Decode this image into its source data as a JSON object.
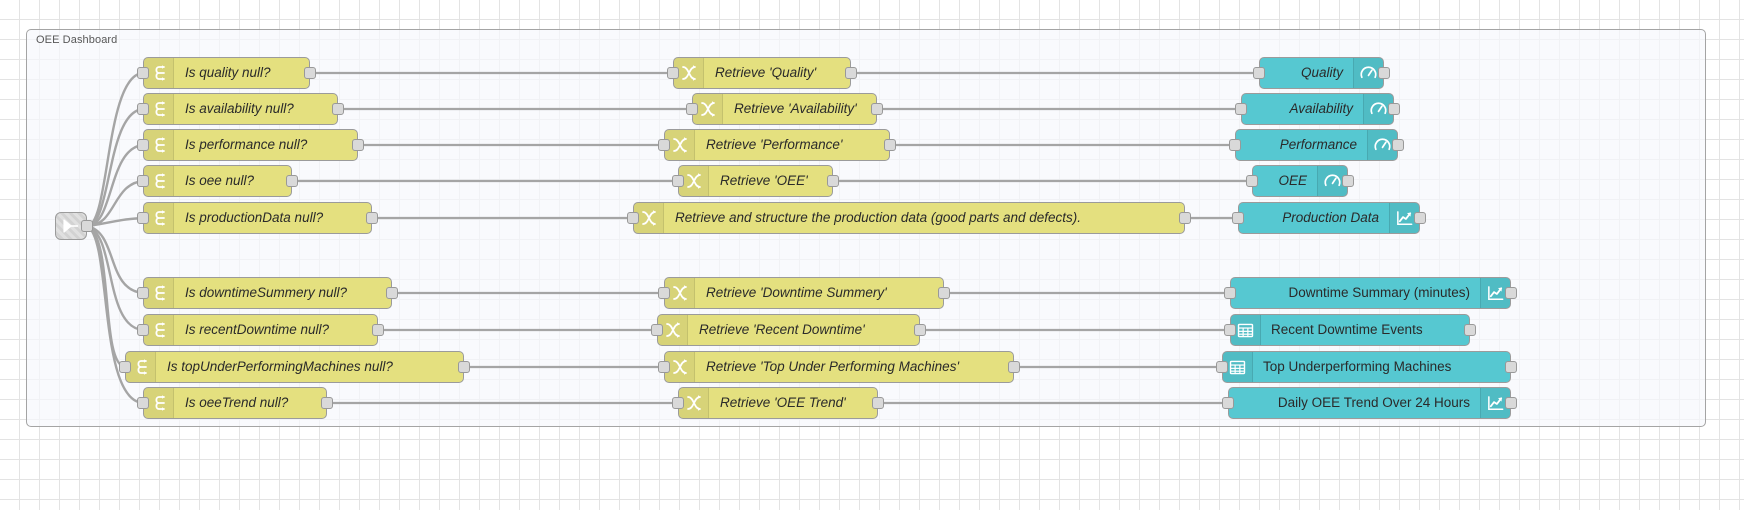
{
  "editor": {
    "type": "node-red-flow-editor",
    "canvas_background": "#ffffff",
    "grid_color": "#e3e3e3"
  },
  "group": {
    "label": "OEE Dashboard",
    "border_color": "#a4a4a4"
  },
  "colors": {
    "switch_node": "#e4e07f",
    "change_node": "#e4e07f",
    "dashboard_node": "#56c8d1",
    "port": "#d9d9d9",
    "wire": "#a5a5a5"
  },
  "start_node": {
    "name": "link-in-node",
    "icon": "link-in-icon"
  },
  "flows": [
    {
      "id": "quality",
      "switch": {
        "label": "Is quality null?",
        "icon": "switch-icon"
      },
      "change": {
        "label": "Retrieve 'Quality'",
        "icon": "change-icon"
      },
      "dashboard": {
        "label": "Quality",
        "icon": "gauge-icon",
        "icon_side": "right"
      }
    },
    {
      "id": "availability",
      "switch": {
        "label": "Is availability null?",
        "icon": "switch-icon"
      },
      "change": {
        "label": "Retrieve 'Availability'",
        "icon": "change-icon"
      },
      "dashboard": {
        "label": "Availability",
        "icon": "gauge-icon",
        "icon_side": "right"
      }
    },
    {
      "id": "performance",
      "switch": {
        "label": "Is performance null?",
        "icon": "switch-icon"
      },
      "change": {
        "label": "Retrieve 'Performance'",
        "icon": "change-icon"
      },
      "dashboard": {
        "label": "Performance",
        "icon": "gauge-icon",
        "icon_side": "right"
      }
    },
    {
      "id": "oee",
      "switch": {
        "label": "Is oee null?",
        "icon": "switch-icon"
      },
      "change": {
        "label": "Retrieve 'OEE'",
        "icon": "change-icon"
      },
      "dashboard": {
        "label": "OEE",
        "icon": "gauge-icon",
        "icon_side": "right"
      }
    },
    {
      "id": "production-data",
      "switch": {
        "label": "Is productionData null?",
        "icon": "switch-icon"
      },
      "change": {
        "label": "Retrieve and structure the production data (good parts and defects).",
        "icon": "change-icon"
      },
      "dashboard": {
        "label": "Production Data",
        "icon": "chart-icon",
        "icon_side": "right"
      }
    },
    {
      "id": "downtime-summary",
      "switch": {
        "label": "Is downtimeSummery null?",
        "icon": "switch-icon"
      },
      "change": {
        "label": "Retrieve 'Downtime Summery'",
        "icon": "change-icon"
      },
      "dashboard": {
        "label": "Downtime Summary (minutes)",
        "icon": "chart-icon",
        "icon_side": "right"
      }
    },
    {
      "id": "recent-downtime",
      "switch": {
        "label": "Is recentDowntime null?",
        "icon": "switch-icon"
      },
      "change": {
        "label": "Retrieve 'Recent Downtime'",
        "icon": "change-icon"
      },
      "dashboard": {
        "label": "Recent Downtime Events",
        "icon": "table-icon",
        "icon_side": "left"
      }
    },
    {
      "id": "top-underperforming-machines",
      "switch": {
        "label": "Is topUnderPerformingMachines null?",
        "icon": "switch-icon"
      },
      "change": {
        "label": "Retrieve 'Top Under Performing Machines'",
        "icon": "change-icon"
      },
      "dashboard": {
        "label": "Top Underperforming Machines",
        "icon": "table-icon",
        "icon_side": "left"
      }
    },
    {
      "id": "oee-trend",
      "switch": {
        "label": "Is oeeTrend null?",
        "icon": "switch-icon"
      },
      "change": {
        "label": "Retrieve 'OEE Trend'",
        "icon": "change-icon"
      },
      "dashboard": {
        "label": "Daily OEE Trend Over 24 Hours",
        "icon": "chart-icon",
        "icon_side": "right"
      }
    }
  ]
}
